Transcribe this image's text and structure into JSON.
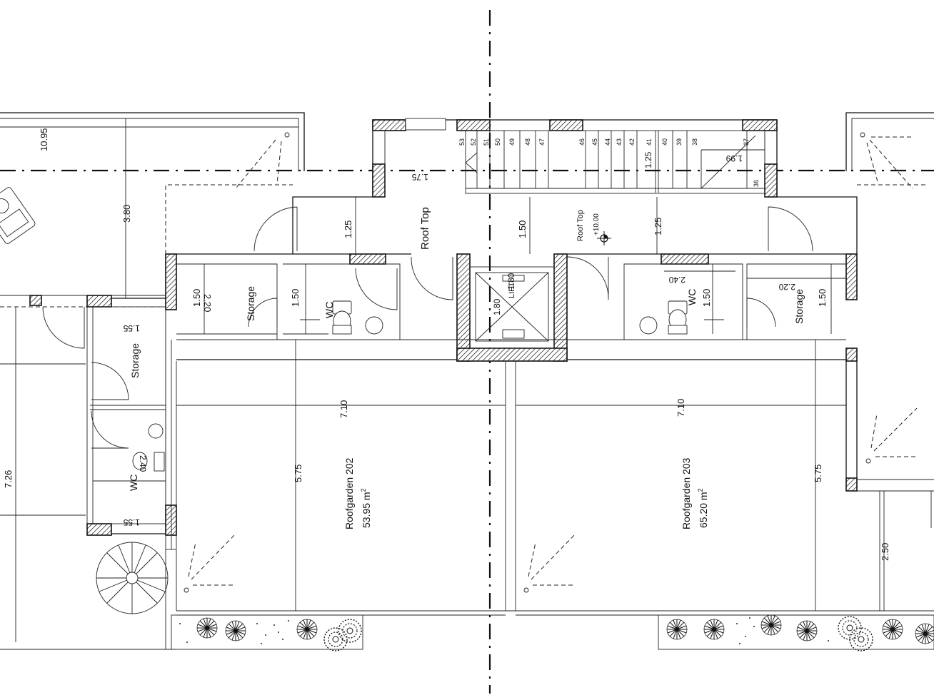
{
  "drawing": {
    "spaces": {
      "roofgarden_202": {
        "name": "Roofgarden 202",
        "area": "53.95 m",
        "unit_sup": "2"
      },
      "roofgarden_203": {
        "name": "Roofgarden 203",
        "area": "65.20 m",
        "unit_sup": "2"
      },
      "roof_top_left": "Roof Top",
      "roof_top_right": "Roof Top",
      "level_marker": "+10.00",
      "lift": "LIFT",
      "storage_left": "Storage",
      "storage_right": "Storage",
      "storage_far_left": "Storage",
      "wc_left": "WC",
      "wc_right": "WC",
      "wc_far_left": "WC"
    },
    "dimensions": {
      "top_left_width": "10.95",
      "top_left_depth": "3.80",
      "far_left_height": "7.26",
      "far_left_storage_top": "1.55",
      "far_left_storage_bottom": "1.55",
      "far_left_wc": "2.40",
      "corridor_left": "1.25",
      "corridor_mid": "1.50",
      "corridor_right": "1.25",
      "stair_landing": "1.75",
      "stair_width": "1.25",
      "stair_top_right": "1.99",
      "storage_left_h": "1.50",
      "storage_left_w": "2.20",
      "wc_left_h": "1.50",
      "lift_h": "1.80",
      "lift_w": "1.80",
      "wc_right_w": "2.40",
      "wc_right_h": "1.50",
      "storage_right_w": "2.20",
      "storage_right_h": "1.50",
      "garden_202_width": "7.10",
      "garden_202_depth": "5.75",
      "garden_203_width": "7.10",
      "garden_203_depth": "5.75",
      "right_side": "2.50"
    },
    "stair_numbers": [
      "53",
      "52",
      "51",
      "50",
      "49",
      "48",
      "47",
      "46",
      "45",
      "44",
      "43",
      "42",
      "41",
      "40",
      "39",
      "38",
      "37",
      "36"
    ]
  }
}
